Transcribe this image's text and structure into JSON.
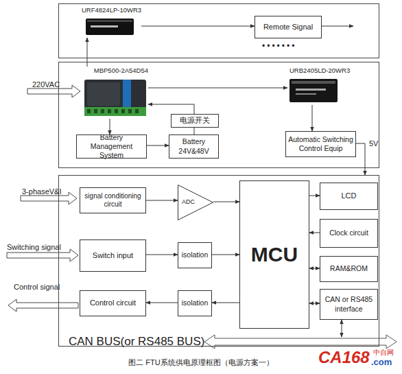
{
  "diagram": {
    "caption": "图二 FTU系统供电原理框图（电源方案一）",
    "nodes": [
      {
        "text": []
      },
      {
        "text": [
          "URF4824LP-10WR3"
        ],
        "in": 0
      },
      {
        "text": [
          "Remote Signal"
        ],
        "in": 0
      },
      {
        "text": []
      },
      {
        "text": [
          "MBP500-2A54D54"
        ],
        "in": 3
      },
      {
        "text": [
          "URB2405LD-20WR3"
        ],
        "in": 3
      },
      {
        "text": [
          "电源开关"
        ],
        "in": 3
      },
      {
        "text": [
          "Battery Management System"
        ],
        "in": 3
      },
      {
        "text": [
          "Battery 24V&48V"
        ],
        "in": 3
      },
      {
        "text": [
          "Automatic Switching Control Equip"
        ],
        "in": 3
      },
      {
        "text": []
      },
      {
        "text": [
          "signal conditioning circuit"
        ],
        "in": 10
      },
      {
        "text": [
          "ADC"
        ],
        "in": 10
      },
      {
        "text": [
          "MCU"
        ],
        "in": 10
      },
      {
        "text": [
          "LCD"
        ],
        "in": 10
      },
      {
        "text": [
          "Clock circuit"
        ],
        "in": 10
      },
      {
        "text": [
          "Switch input"
        ],
        "in": 10
      },
      {
        "text": [
          "isolation"
        ],
        "in": 10
      },
      {
        "text": [
          "RAM&ROM"
        ],
        "in": 10
      },
      {
        "text": [
          "CAN or RS485 interface"
        ],
        "in": 10
      },
      {
        "text": [
          "Control circuit"
        ],
        "in": 10
      },
      {
        "text": [
          "isolation"
        ],
        "in": 10
      }
    ],
    "edges": [
      {
        "from": 1,
        "to": 2,
        "arrow": "to"
      },
      {
        "from": 4,
        "to": 1,
        "arrow": "to"
      },
      {
        "from": 4,
        "to": 5,
        "arrow": "to"
      },
      {
        "from": 4,
        "to": 7,
        "arrow": "to"
      },
      {
        "from": 7,
        "to": 8,
        "arrow": "to"
      },
      {
        "from": 8,
        "to": 6,
        "arrow": "none"
      },
      {
        "from": 6,
        "to": 4,
        "arrow": "to"
      },
      {
        "from": 5,
        "to": 9,
        "arrow": "to"
      },
      {
        "from": 9,
        "to": 10,
        "arrow": "to",
        "label": "5V"
      },
      {
        "from": 11,
        "to": 12,
        "arrow": "to"
      },
      {
        "from": 12,
        "to": 13,
        "arrow": "to"
      },
      {
        "from": 16,
        "to": 17,
        "arrow": "to"
      },
      {
        "from": 17,
        "to": 13,
        "arrow": "to"
      },
      {
        "from": 13,
        "to": 21,
        "arrow": "to"
      },
      {
        "from": 21,
        "to": 20,
        "arrow": "to"
      },
      {
        "from": 13,
        "to": 14,
        "arrow": "to"
      },
      {
        "from": 15,
        "to": 13,
        "arrow": "to"
      },
      {
        "from": 13,
        "to": 18,
        "arrow": "both"
      },
      {
        "from": 13,
        "to": 19,
        "arrow": "both"
      }
    ],
    "labels": [
      "220VAC",
      "•••••••",
      "3-phaseV&I",
      "Switching signal",
      "Control signal",
      "CAN BUS(or RS485 BUS)",
      "CA168",
      ".com",
      "中自网"
    ]
  }
}
